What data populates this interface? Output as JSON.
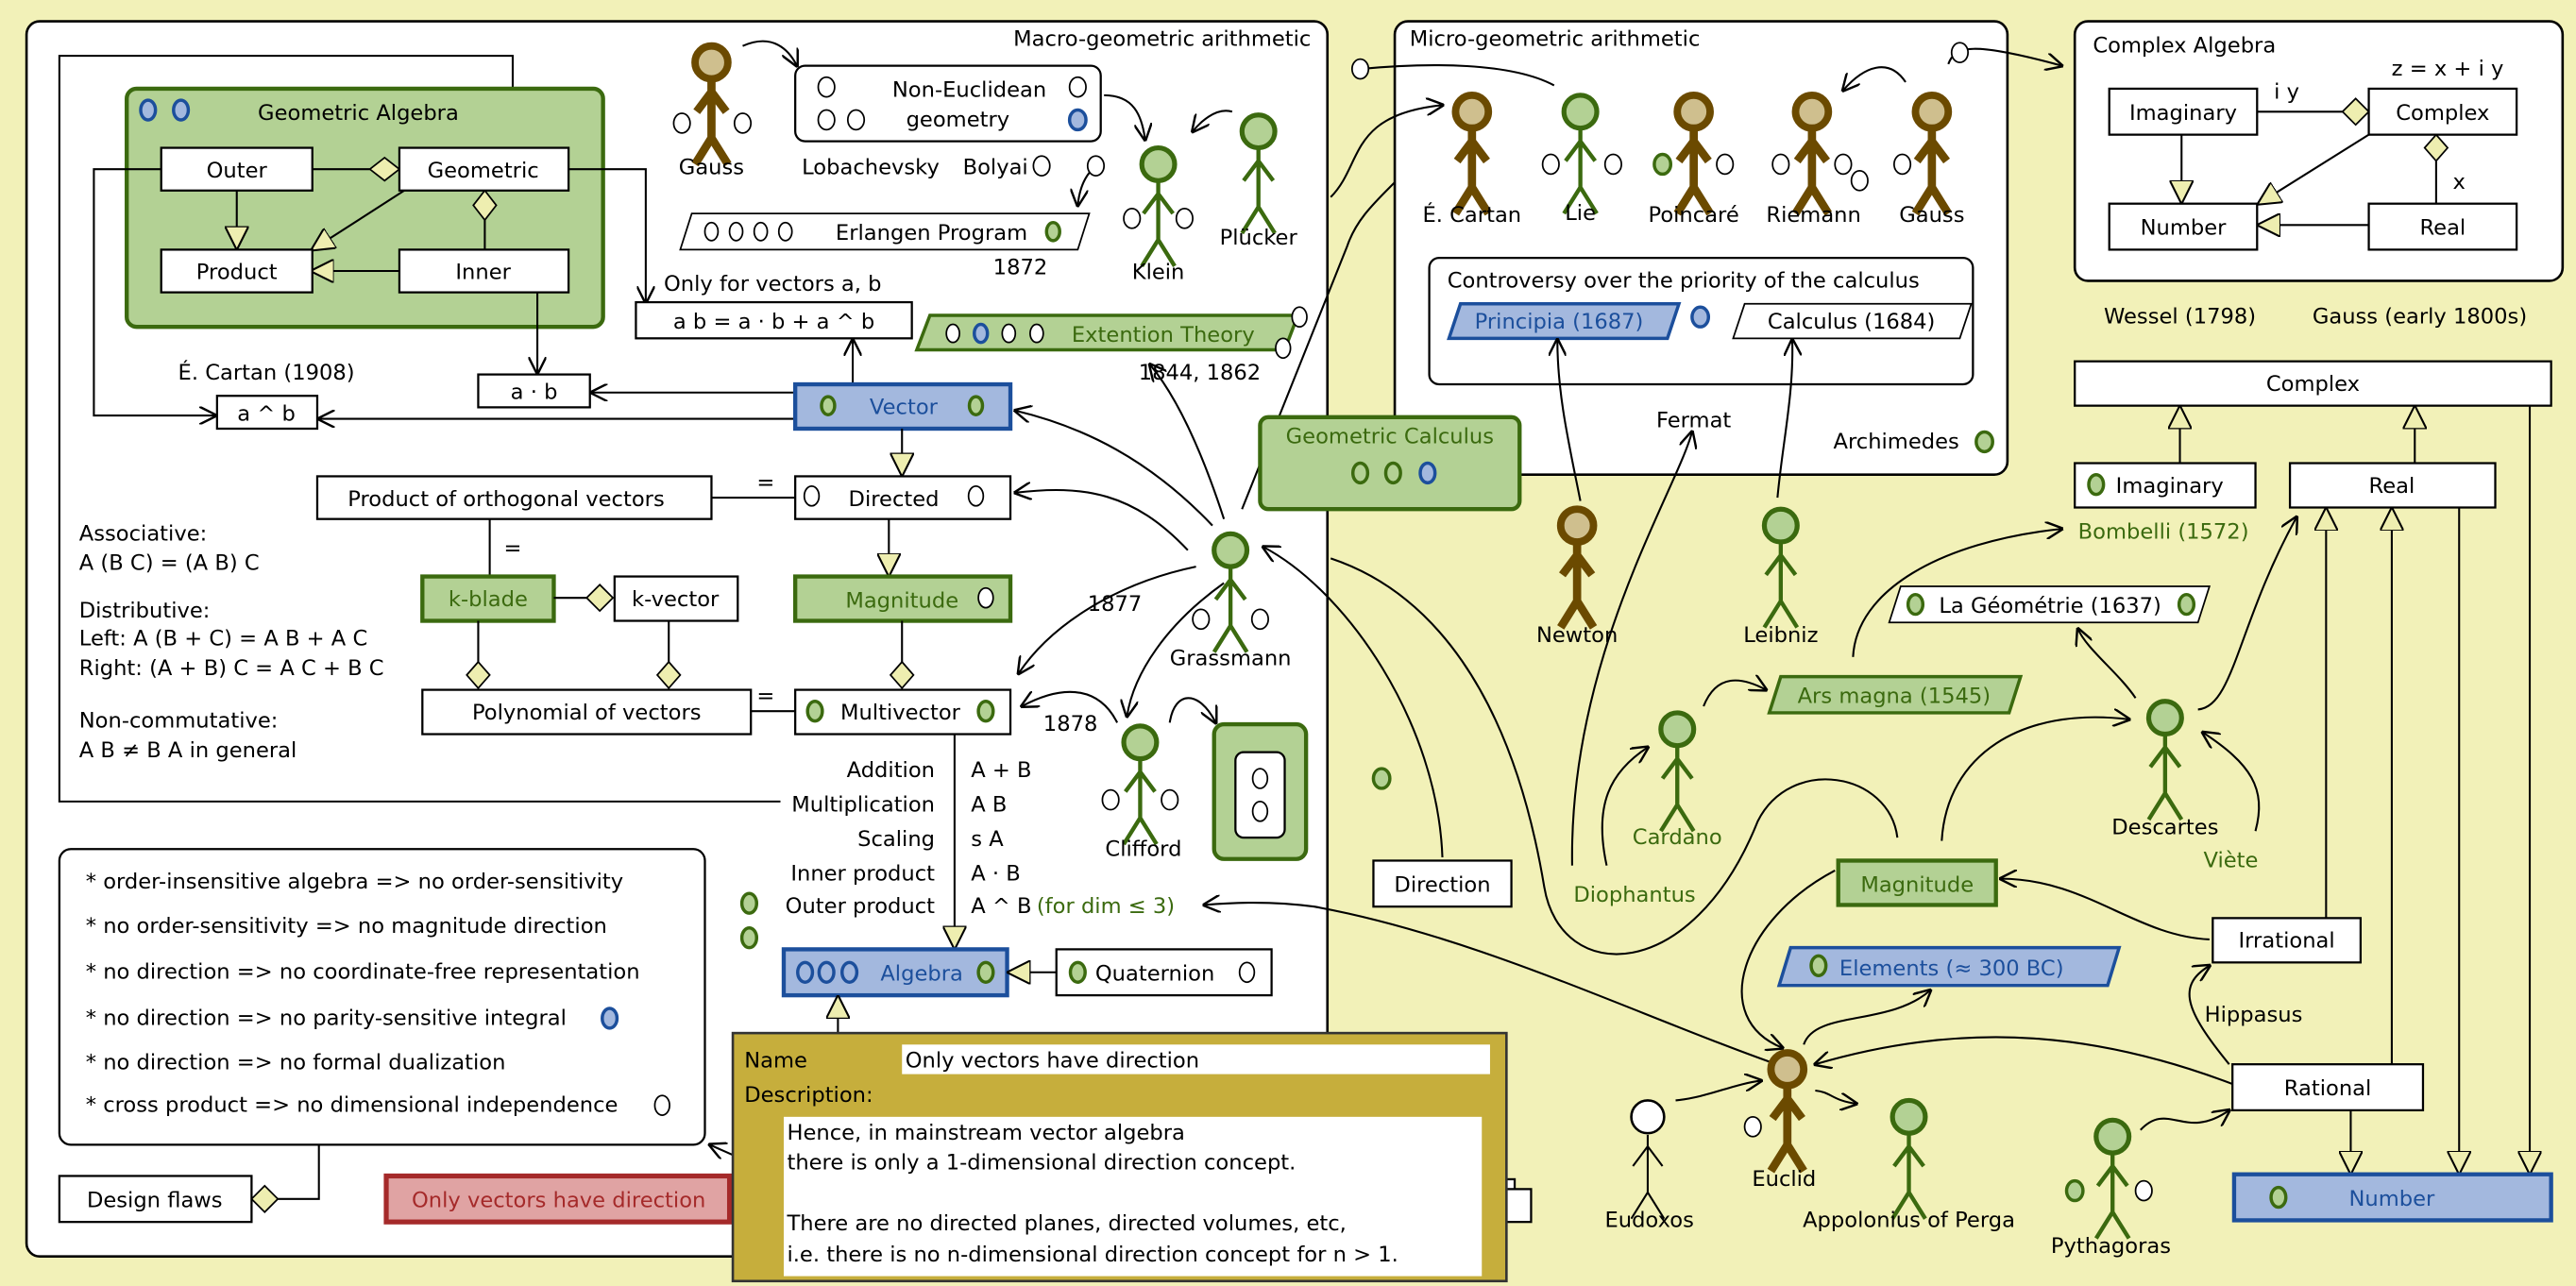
{
  "colors": {
    "background": "#f2f1b8",
    "green": "#3b6a0f",
    "green_fill": "#b3d194",
    "blue": "#1c4f9c",
    "blue_fill": "#a3b8de",
    "brown": "#6b4a00",
    "red": "#a52a2a",
    "tooltip": "#c6ae3c"
  },
  "macro": {
    "title": "Macro-geometric arithmetic",
    "geometric_algebra": {
      "title": "Geometric Algebra",
      "outer": "Outer",
      "geometric": "Geometric",
      "product": "Product",
      "inner": "Inner"
    },
    "cartan_1908": "É. Cartan (1908)",
    "wedge": "a ^ b",
    "dot": "a · b",
    "only_vectors_note": "Only for vectors a, b",
    "formula": "a b = a · b + a ^ b",
    "vector": "Vector",
    "extension_theory": "Extention Theory",
    "ext_years": "1844, 1862",
    "erlangen": "Erlangen Program",
    "erlangen_year": "1872",
    "non_euclidean_1": "Non-Euclidean",
    "non_euclidean_2": "geometry",
    "lobachevsky": "Lobachevsky",
    "bolyai": "Bolyai",
    "gauss": "Gauss",
    "klein": "Klein",
    "plucker": "Plücker",
    "product_orthogonal": "Product of orthogonal  vectors",
    "equals": "=",
    "directed": "Directed",
    "k_blade": "k-blade",
    "k_vector": "k-vector",
    "magnitude": "Magnitude",
    "polynomial": "Polynomial of vectors",
    "multivector": "Multivector",
    "grassmann": "Grassmann",
    "year_1877": "1877",
    "year_1878": "1878",
    "clifford": "Clifford",
    "laws": {
      "assoc_title": "Associative:",
      "assoc": "A (B C) = (A B) C",
      "dist_title": "Distributive:",
      "dist_left": "Left:    A (B + C) = A B + A C",
      "dist_right": "Right: (A + B) C = A C + B C",
      "noncomm_title": "Non-commutative:",
      "noncomm": "A B ≠ B A in general"
    },
    "operations": [
      {
        "name": "Addition",
        "expr": "A + B"
      },
      {
        "name": "Multiplication",
        "expr": "A B"
      },
      {
        "name": "Scaling",
        "expr": "s A"
      },
      {
        "name": "Inner product",
        "expr": "A · B"
      },
      {
        "name": "Outer product",
        "expr": "A ^ B"
      }
    ],
    "outer_note": "(for dim ≤ 3)",
    "algebra": "Algebra",
    "quaternion": "Quaternion",
    "design_flaws": {
      "items": [
        "* order-insensitive algebra => no order-sensitivity",
        "* no order-sensitivity => no magnitude direction",
        "* no direction => no coordinate-free representation",
        "* no direction => no parity-sensitive integral",
        "* no direction => no formal dualization",
        "* cross product => no dimensional independence"
      ],
      "label": "Design flaws"
    },
    "only_vectors_direction": "Only vectors have direction"
  },
  "tooltip": {
    "name_label": "Name",
    "name_value": "Only vectors have direction",
    "description_label": "Description:",
    "description_lines": [
      "Hence, in mainstream vector algebra",
      "there is only a 1-dimensional direction concept.",
      "",
      "There are no directed planes, directed volumes, etc,",
      "i.e. there is no n-dimensional direction concept for n > 1."
    ]
  },
  "micro": {
    "title": "Micro-geometric arithmetic",
    "actors": [
      "É. Cartan",
      "Lie",
      "Poincaré",
      "Riemann",
      "Gauss"
    ],
    "controversy": "Controversy over the priority of  the calculus",
    "principia": "Principia (1687)",
    "calculus": "Calculus (1684)",
    "fermat": "Fermat",
    "archimedes": "Archimedes"
  },
  "geometric_calculus": "Geometric Calculus",
  "newton": "Newton",
  "leibniz": "Leibniz",
  "complex_algebra": {
    "title": "Complex Algebra",
    "imaginary": "Imaginary",
    "complex": "Complex",
    "number": "Number",
    "real": "Real",
    "iy": "i y",
    "z_eq": "z = x + i y",
    "x": "x"
  },
  "wessel": "Wessel (1798)",
  "gauss_early": "Gauss (early 1800s)",
  "hierarchy": {
    "complex": "Complex",
    "imaginary": "Imaginary",
    "real": "Real",
    "bombelli": "Bombelli (1572)",
    "la_geometrie": "La Géométrie (1637)",
    "ars_magna": "Ars magna (1545)",
    "cardano": "Cardano",
    "diophantus": "Diophantus",
    "descartes": "Descartes",
    "viete": "Viète",
    "direction": "Direction",
    "magnitude": "Magnitude",
    "irrational": "Irrational",
    "hippasus": "Hippasus",
    "elements": "Elements (≈ 300 BC)",
    "euclid": "Euclid",
    "eudoxos": "Eudoxos",
    "appolonius": "Appolonius of Perga",
    "pythagoras": "Pythagoras",
    "rational": "Rational",
    "number": "Number"
  }
}
